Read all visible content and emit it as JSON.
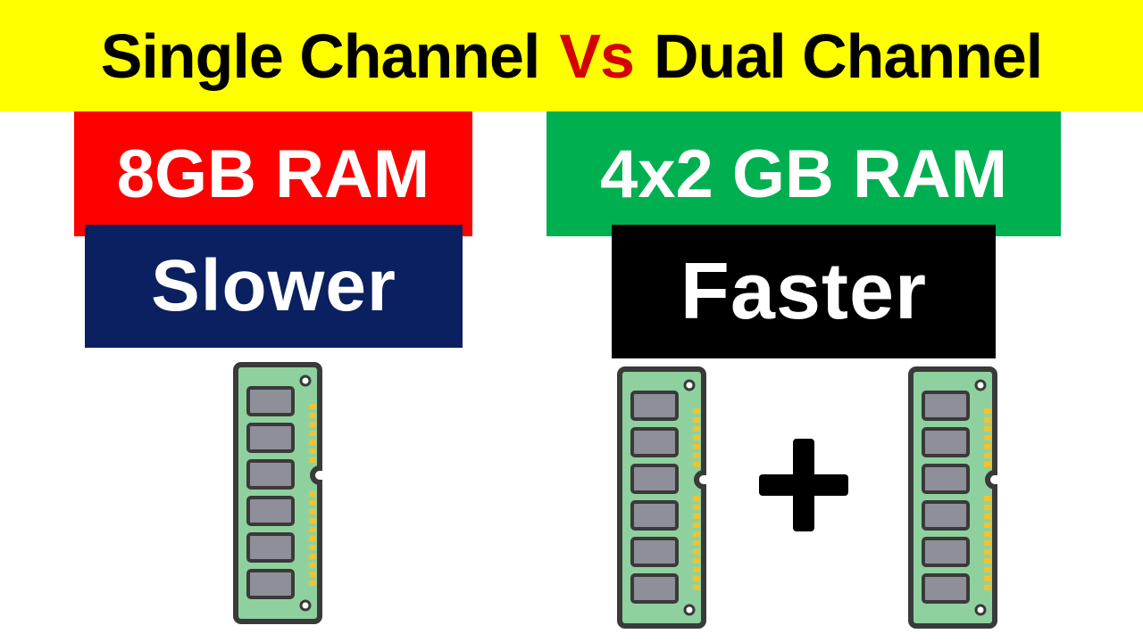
{
  "title": {
    "part1": "Single Channel",
    "vs": "Vs",
    "part2": "Dual Channel"
  },
  "left": {
    "capacity_label": "8GB RAM",
    "speed_label": "Slower",
    "module_count": 1
  },
  "right": {
    "capacity_label": "4x2 GB RAM",
    "speed_label": "Faster",
    "module_count": 2,
    "join_symbol": "plus-icon"
  },
  "colors": {
    "title_background": "#ffff00",
    "title_text": "#000000",
    "vs_text": "#d40000",
    "left_capacity_bg": "#ff0000",
    "right_capacity_bg": "#00b050",
    "slower_bg": "#0b2060",
    "faster_bg": "#000000",
    "label_text": "#ffffff",
    "ram_board": "#8fd19e",
    "ram_outline": "#3a3a3a",
    "ram_chip": "#8f8f9a",
    "ram_pins": "#f2c230"
  },
  "icons": [
    "ram-module-icon",
    "plus-icon"
  ]
}
